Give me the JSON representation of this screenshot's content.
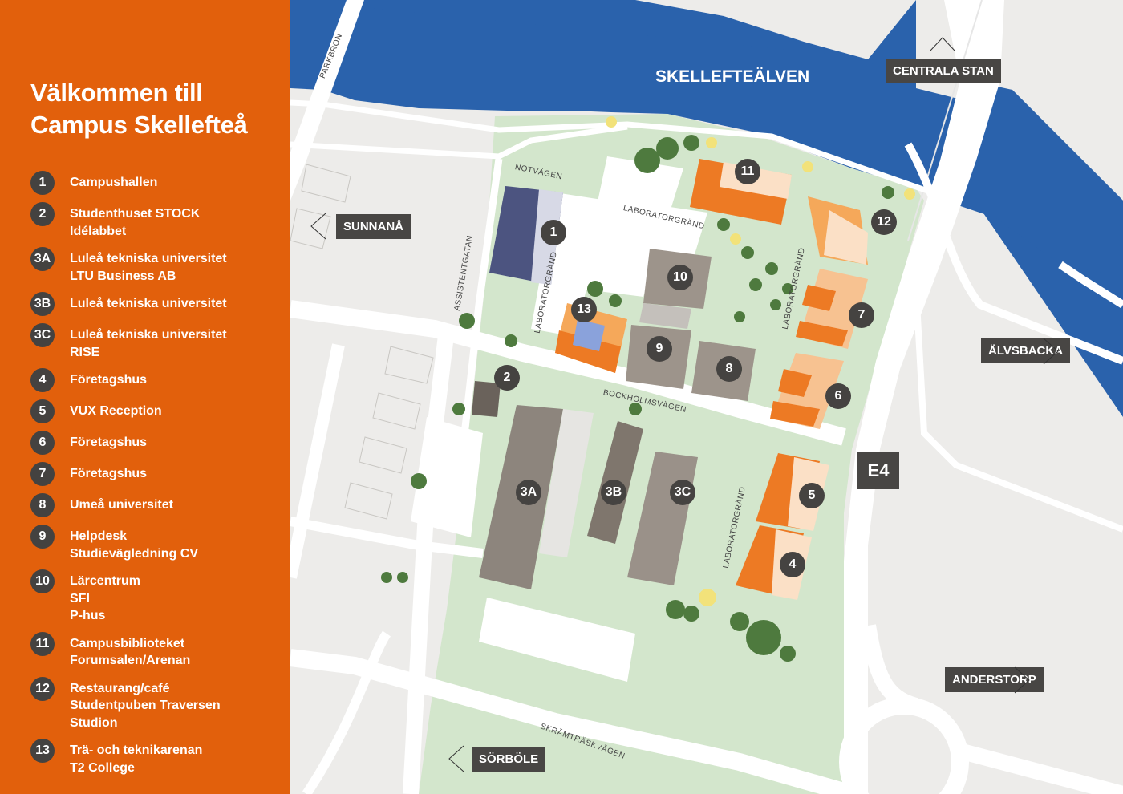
{
  "sidebar": {
    "title_line1": "Välkommen till",
    "title_line2": "Campus Skellefteå",
    "background_color": "#e2600c",
    "legend": [
      {
        "num": "1",
        "lines": [
          "Campushallen"
        ]
      },
      {
        "num": "2",
        "lines": [
          "Studenthuset STOCK",
          "Idélabbet"
        ]
      },
      {
        "num": "3A",
        "lines": [
          "Luleå tekniska universitet",
          "LTU Business AB"
        ]
      },
      {
        "num": "3B",
        "lines": [
          "Luleå tekniska universitet"
        ]
      },
      {
        "num": "3C",
        "lines": [
          "Luleå tekniska universitet",
          "RISE"
        ]
      },
      {
        "num": "4",
        "lines": [
          "Företagshus"
        ]
      },
      {
        "num": "5",
        "lines": [
          "VUX Reception"
        ]
      },
      {
        "num": "6",
        "lines": [
          "Företagshus"
        ]
      },
      {
        "num": "7",
        "lines": [
          "Företagshus"
        ]
      },
      {
        "num": "8",
        "lines": [
          "Umeå universitet"
        ]
      },
      {
        "num": "9",
        "lines": [
          "Helpdesk",
          "Studievägledning CV"
        ]
      },
      {
        "num": "10",
        "lines": [
          "Lärcentrum",
          "SFI",
          "P-hus"
        ]
      },
      {
        "num": "11",
        "lines": [
          "Campusbiblioteket",
          "Forumsalen/Arenan"
        ]
      },
      {
        "num": "12",
        "lines": [
          "Restaurang/café",
          "Studentpuben Traversen",
          "Studion"
        ]
      },
      {
        "num": "13",
        "lines": [
          "Trä- och teknikarenan",
          "T2 College"
        ]
      }
    ]
  },
  "map": {
    "river_label": "SKELLEFTEÄLVEN",
    "highway_label": "E4",
    "directions": {
      "centrala_stan": "CENTRALA STAN",
      "sunnana": "SUNNANÅ",
      "alvsbacka": "ÄLVSBACKA",
      "anderstorp": "ANDERSTORP",
      "sorbole": "SÖRBÖLE"
    },
    "streets": {
      "parkbron": "PARKBRON",
      "notvagen": "NOTVÄGEN",
      "laboratorgrand": "LABORATORGRÄND",
      "assistentgatan": "ASSISTENTGATAN",
      "bockholmsvagen": "BOCKHOLMSVÄGEN",
      "skramtraskvagen": "SKRÄMTRÄSKVÄGEN"
    },
    "markers": {
      "m1": "1",
      "m2": "2",
      "m3a": "3A",
      "m3b": "3B",
      "m3c": "3C",
      "m4": "4",
      "m5": "5",
      "m6": "6",
      "m7": "7",
      "m8": "8",
      "m9": "9",
      "m10": "10",
      "m11": "11",
      "m12": "12",
      "m13": "13"
    },
    "colors": {
      "water": "#2a62ac",
      "land": "#edecea",
      "green": "#d3e6cc",
      "road": "#ffffff",
      "marker": "#454341",
      "roof_orange": "#e8731f"
    }
  }
}
